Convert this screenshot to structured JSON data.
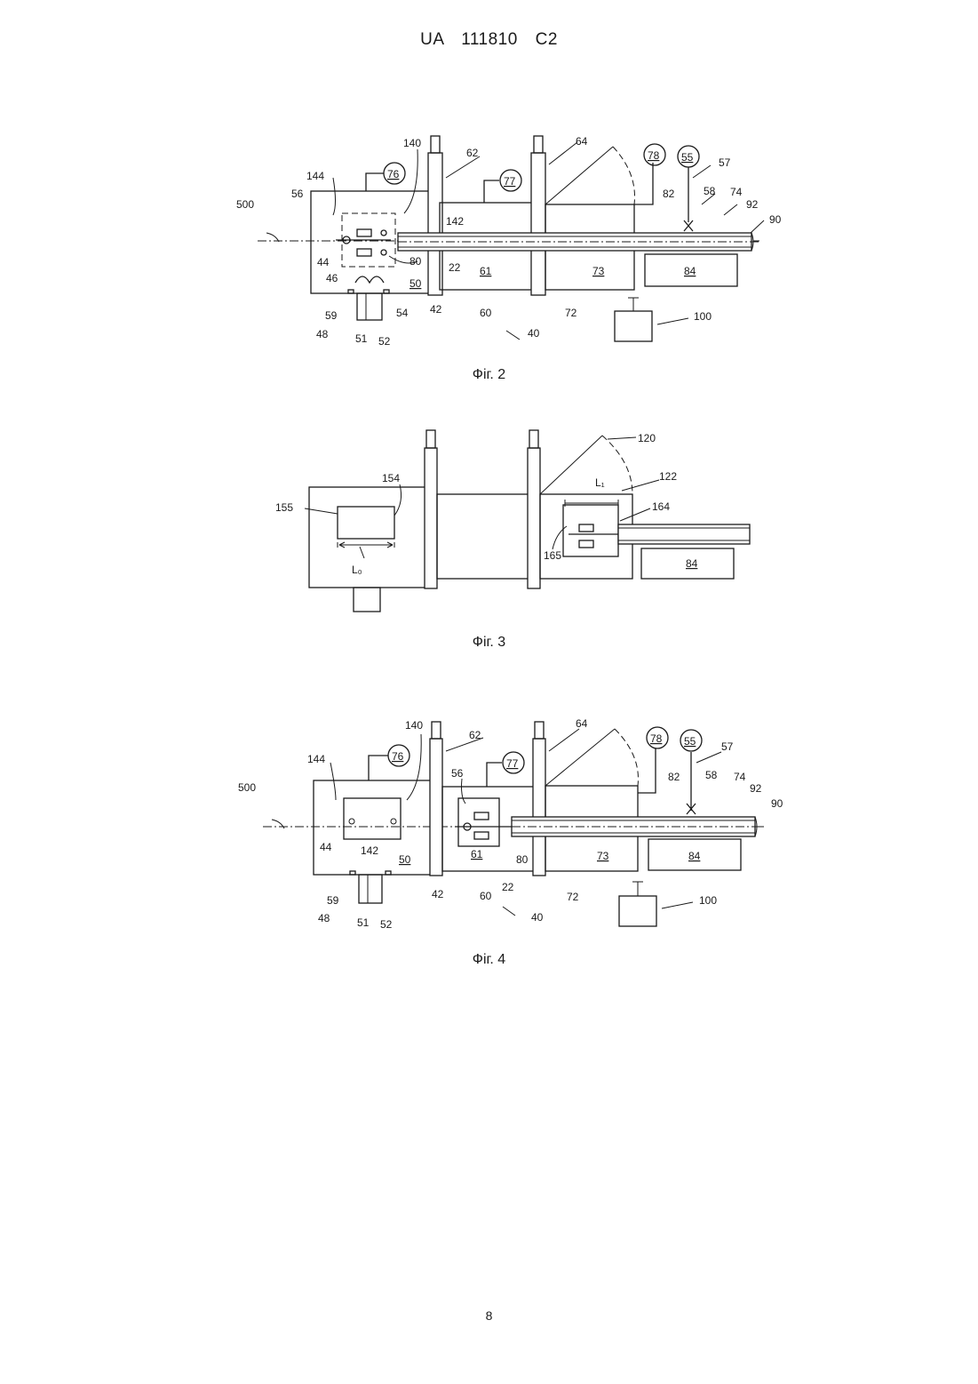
{
  "header": {
    "doc_id": "UA 111810 C2"
  },
  "figures": {
    "fig2": {
      "caption": "Фіг. 2",
      "labels": {
        "l500": "500",
        "l56": "56",
        "l144": "144",
        "l140": "140",
        "l76": "76",
        "l62": "62",
        "l77": "77",
        "l64": "64",
        "l78": "78",
        "l55": "55",
        "l57": "57",
        "l58": "58",
        "l82": "82",
        "l74": "74",
        "l92": "92",
        "l90": "90",
        "l142": "142",
        "l44": "44",
        "l80": "80",
        "l22": "22",
        "l46": "46",
        "l50": "50",
        "l61": "61",
        "l73": "73",
        "l84": "84",
        "l59": "59",
        "l54": "54",
        "l42": "42",
        "l48": "48",
        "l51": "51",
        "l52": "52",
        "l60": "60",
        "l72": "72",
        "l40": "40",
        "l100": "100"
      }
    },
    "fig3": {
      "caption": "Фіг. 3",
      "labels": {
        "l155": "155",
        "l154": "154",
        "l120": "120",
        "l122": "122",
        "l164": "164",
        "l165": "165",
        "l84": "84",
        "lL1": "L₁",
        "lL0": "L₀"
      }
    },
    "fig4": {
      "caption": "Фіг. 4",
      "labels": {
        "l500": "500",
        "l144": "144",
        "l140": "140",
        "l76": "76",
        "l62": "62",
        "l56": "56",
        "l77": "77",
        "l64": "64",
        "l78": "78",
        "l55": "55",
        "l57": "57",
        "l58": "58",
        "l82": "82",
        "l74": "74",
        "l92": "92",
        "l90": "90",
        "l44": "44",
        "l142": "142",
        "l50": "50",
        "l61": "61",
        "l22": "22",
        "l80": "80",
        "l73": "73",
        "l84": "84",
        "l59": "59",
        "l42": "42",
        "l48": "48",
        "l51": "51",
        "l52": "52",
        "l60": "60",
        "l72": "72",
        "l40": "40",
        "l100": "100"
      }
    }
  },
  "page_number": "8"
}
